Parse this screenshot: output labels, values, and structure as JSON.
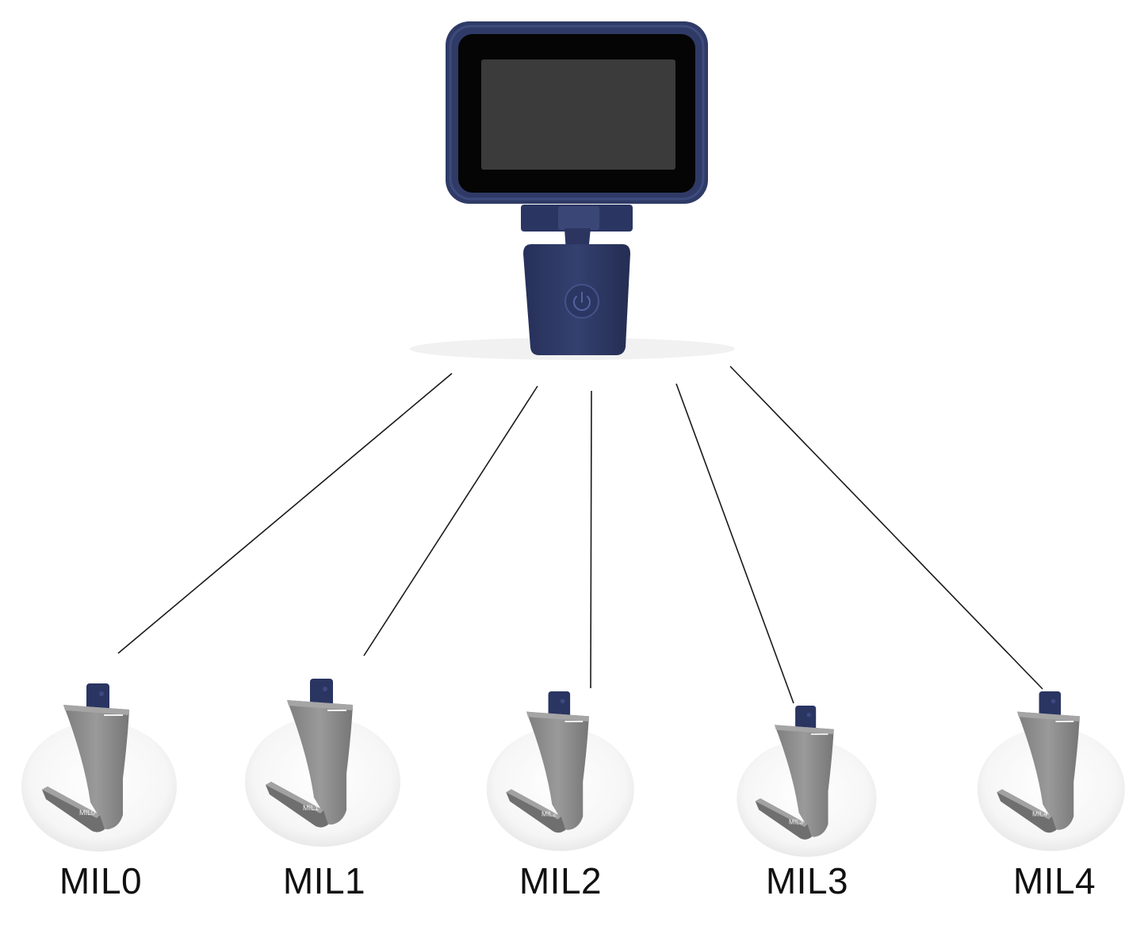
{
  "colors": {
    "background": "#ffffff",
    "device_body": "#2f3b66",
    "device_body_dark": "#1f2848",
    "screen_bezel": "#050505",
    "screen": "#3b3b3b",
    "blade": "#8e8e8e",
    "blade_dark": "#6f6f6f",
    "blade_cap": "#2a3562",
    "connector_line": "#1a1a1a",
    "label_text": "#111111"
  },
  "device": {
    "icon": "video-laryngoscope-monitor-icon",
    "button_icon": "power-button-icon"
  },
  "blades": [
    {
      "label": "MIL0",
      "mark": "MIL0"
    },
    {
      "label": "MIL1",
      "mark": "MIL1"
    },
    {
      "label": "MIL2",
      "mark": "MIL2"
    },
    {
      "label": "MIL3",
      "mark": "MIL3"
    },
    {
      "label": "MIL4",
      "mark": "MIL4"
    }
  ]
}
